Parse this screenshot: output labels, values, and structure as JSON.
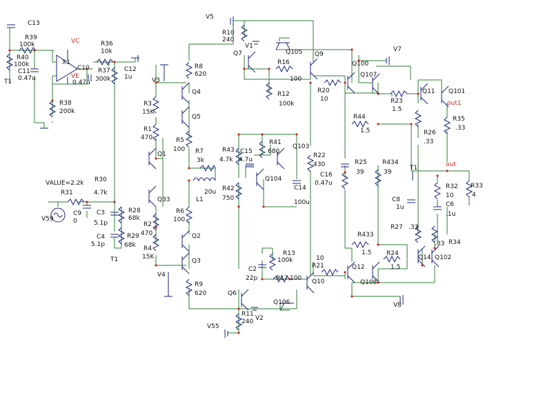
{
  "colors": {
    "wire": "#2e7d32",
    "component": "#1a237e",
    "node": "#c62828",
    "text": "#111111"
  },
  "labels": [
    {
      "id": "C13",
      "text": "C13"
    },
    {
      "id": "R39",
      "text": "R39"
    },
    {
      "id": "R39v",
      "text": "100k"
    },
    {
      "id": "R40",
      "text": "R40"
    },
    {
      "id": "R40v",
      "text": "100k"
    },
    {
      "id": "C11",
      "text": "C11"
    },
    {
      "id": "C11v",
      "text": "0.47u"
    },
    {
      "id": "T1a",
      "text": "T1"
    },
    {
      "id": "X1",
      "text": "X1"
    },
    {
      "id": "VC",
      "text": "VC"
    },
    {
      "id": "VE",
      "text": "VE"
    },
    {
      "id": "C10",
      "text": "C10"
    },
    {
      "id": "C10v",
      "text": "0.47u"
    },
    {
      "id": "R36",
      "text": "R36"
    },
    {
      "id": "R36v",
      "text": "10k"
    },
    {
      "id": "R37",
      "text": "R37"
    },
    {
      "id": "R37v",
      "text": "300k"
    },
    {
      "id": "C12",
      "text": "C12"
    },
    {
      "id": "C12v",
      "text": "1u"
    },
    {
      "id": "R38",
      "text": "R38"
    },
    {
      "id": "R38v",
      "text": "200k"
    },
    {
      "id": "V3",
      "text": "V3"
    },
    {
      "id": "R8",
      "text": "R8"
    },
    {
      "id": "R8v",
      "text": "620"
    },
    {
      "id": "Q4",
      "text": "Q4"
    },
    {
      "id": "R3",
      "text": "R3"
    },
    {
      "id": "R3v",
      "text": "15K"
    },
    {
      "id": "Q5",
      "text": "Q5"
    },
    {
      "id": "R1",
      "text": "R1"
    },
    {
      "id": "R1v",
      "text": "470"
    },
    {
      "id": "R5",
      "text": "R5"
    },
    {
      "id": "R5v",
      "text": "100"
    },
    {
      "id": "R7",
      "text": "R7"
    },
    {
      "id": "R7v",
      "text": "3k"
    },
    {
      "id": "Q1",
      "text": "Q1"
    },
    {
      "id": "L1v",
      "text": "20u"
    },
    {
      "id": "L1",
      "text": "L1"
    },
    {
      "id": "VALUE",
      "text": "VALUE=2.2k"
    },
    {
      "id": "R30",
      "text": "R30"
    },
    {
      "id": "R30v",
      "text": "4.7k"
    },
    {
      "id": "R31",
      "text": "R31"
    },
    {
      "id": "Q33",
      "text": "Q33"
    },
    {
      "id": "C3",
      "text": "C3"
    },
    {
      "id": "C3v",
      "text": "5.1p"
    },
    {
      "id": "R28",
      "text": "R28"
    },
    {
      "id": "R28v",
      "text": "68k"
    },
    {
      "id": "C9",
      "text": "C9"
    },
    {
      "id": "C9v",
      "text": "0"
    },
    {
      "id": "V59",
      "text": "V59"
    },
    {
      "id": "R6",
      "text": "R6"
    },
    {
      "id": "R6v",
      "text": "100"
    },
    {
      "id": "R2",
      "text": "R2"
    },
    {
      "id": "R2v",
      "text": "470"
    },
    {
      "id": "C4",
      "text": "C4"
    },
    {
      "id": "C4v",
      "text": "5.1p"
    },
    {
      "id": "R29",
      "text": "R29"
    },
    {
      "id": "R29v",
      "text": "68k"
    },
    {
      "id": "T1b",
      "text": "T1"
    },
    {
      "id": "Q2",
      "text": "Q2"
    },
    {
      "id": "R4",
      "text": "R4"
    },
    {
      "id": "R4v",
      "text": "15K"
    },
    {
      "id": "Q3",
      "text": "Q3"
    },
    {
      "id": "V4",
      "text": "V4"
    },
    {
      "id": "R9",
      "text": "R9"
    },
    {
      "id": "R9v",
      "text": "620"
    },
    {
      "id": "V5",
      "text": "V5"
    },
    {
      "id": "R10",
      "text": "R10"
    },
    {
      "id": "R10v",
      "text": "240"
    },
    {
      "id": "Q7",
      "text": "Q7"
    },
    {
      "id": "V1",
      "text": "V1"
    },
    {
      "id": "Q105",
      "text": "Q105"
    },
    {
      "id": "Q9",
      "text": "Q9"
    },
    {
      "id": "R16",
      "text": "R16"
    },
    {
      "id": "R16v",
      "text": "100"
    },
    {
      "id": "R12",
      "text": "R12"
    },
    {
      "id": "R12v",
      "text": "100k"
    },
    {
      "id": "R20",
      "text": "R20"
    },
    {
      "id": "R20v",
      "text": "10"
    },
    {
      "id": "Q100",
      "text": "Q100"
    },
    {
      "id": "V7",
      "text": "V7"
    },
    {
      "id": "Q107",
      "text": "Q107"
    },
    {
      "id": "R23",
      "text": "R23"
    },
    {
      "id": "R23v",
      "text": "1.5"
    },
    {
      "id": "Q11",
      "text": "Q11"
    },
    {
      "id": "Q101",
      "text": "Q101"
    },
    {
      "id": "out1",
      "text": "out1"
    },
    {
      "id": "R35",
      "text": "R35"
    },
    {
      "id": "R35v",
      "text": ".33"
    },
    {
      "id": "R44",
      "text": "R44"
    },
    {
      "id": "R44v",
      "text": "1.5"
    },
    {
      "id": "R26",
      "text": "R26"
    },
    {
      "id": "R26v",
      "text": ".33"
    },
    {
      "id": "R43",
      "text": "R43"
    },
    {
      "id": "R43v",
      "text": "4.7k"
    },
    {
      "id": "C15",
      "text": "C15"
    },
    {
      "id": "C15v",
      "text": "4.7u"
    },
    {
      "id": "R41",
      "text": "R41"
    },
    {
      "id": "R41v",
      "text": "680"
    },
    {
      "id": "Q103",
      "text": "Q103"
    },
    {
      "id": "R22",
      "text": "R22"
    },
    {
      "id": "R22v",
      "text": "430"
    },
    {
      "id": "R25",
      "text": "R25"
    },
    {
      "id": "R25v",
      "text": "39"
    },
    {
      "id": "R434",
      "text": "R434"
    },
    {
      "id": "R434v",
      "text": "39"
    },
    {
      "id": "T1c",
      "text": "T1"
    },
    {
      "id": "out",
      "text": "out"
    },
    {
      "id": "C16",
      "text": "C16"
    },
    {
      "id": "C16v",
      "text": "0.47u"
    },
    {
      "id": "Q104",
      "text": "Q104"
    },
    {
      "id": "R42",
      "text": "R42"
    },
    {
      "id": "R42v",
      "text": "750"
    },
    {
      "id": "C14",
      "text": "C14"
    },
    {
      "id": "C14v",
      "text": "100u"
    },
    {
      "id": "C8",
      "text": "C8"
    },
    {
      "id": "C8v",
      "text": "1u"
    },
    {
      "id": "R32",
      "text": "R32"
    },
    {
      "id": "R32v",
      "text": "10"
    },
    {
      "id": "C6",
      "text": "C6"
    },
    {
      "id": "C6v",
      "text": ".1u"
    },
    {
      "id": "R33",
      "text": "R33"
    },
    {
      "id": "R33v",
      "text": "4"
    },
    {
      "id": "R27",
      "text": "R27"
    },
    {
      "id": "R27v",
      "text": ".33"
    },
    {
      "id": "R433",
      "text": "R433"
    },
    {
      "id": "R433v",
      "text": "1.5"
    },
    {
      "id": "R34",
      "text": "R34"
    },
    {
      "id": "R34v",
      "text": ".33"
    },
    {
      "id": "R13",
      "text": "R13"
    },
    {
      "id": "R13v",
      "text": "100k"
    },
    {
      "id": "R21v",
      "text": "10"
    },
    {
      "id": "R21",
      "text": "R21"
    },
    {
      "id": "Q12",
      "text": "Q12"
    },
    {
      "id": "R24",
      "text": "R24"
    },
    {
      "id": "R24v",
      "text": "1.5"
    },
    {
      "id": "Q14",
      "text": "Q14"
    },
    {
      "id": "Q102",
      "text": "Q102"
    },
    {
      "id": "C2",
      "text": "C2"
    },
    {
      "id": "C2v",
      "text": "22p"
    },
    {
      "id": "R17",
      "text": "R17"
    },
    {
      "id": "R17v",
      "text": "100"
    },
    {
      "id": "Q10",
      "text": "Q10"
    },
    {
      "id": "Q108",
      "text": "Q108"
    },
    {
      "id": "Q6",
      "text": "Q6"
    },
    {
      "id": "Q106",
      "text": "Q106"
    },
    {
      "id": "V8",
      "text": "V8"
    },
    {
      "id": "R11",
      "text": "R11"
    },
    {
      "id": "R11v",
      "text": "240"
    },
    {
      "id": "V2",
      "text": "V2"
    },
    {
      "id": "V55",
      "text": "V55"
    }
  ]
}
